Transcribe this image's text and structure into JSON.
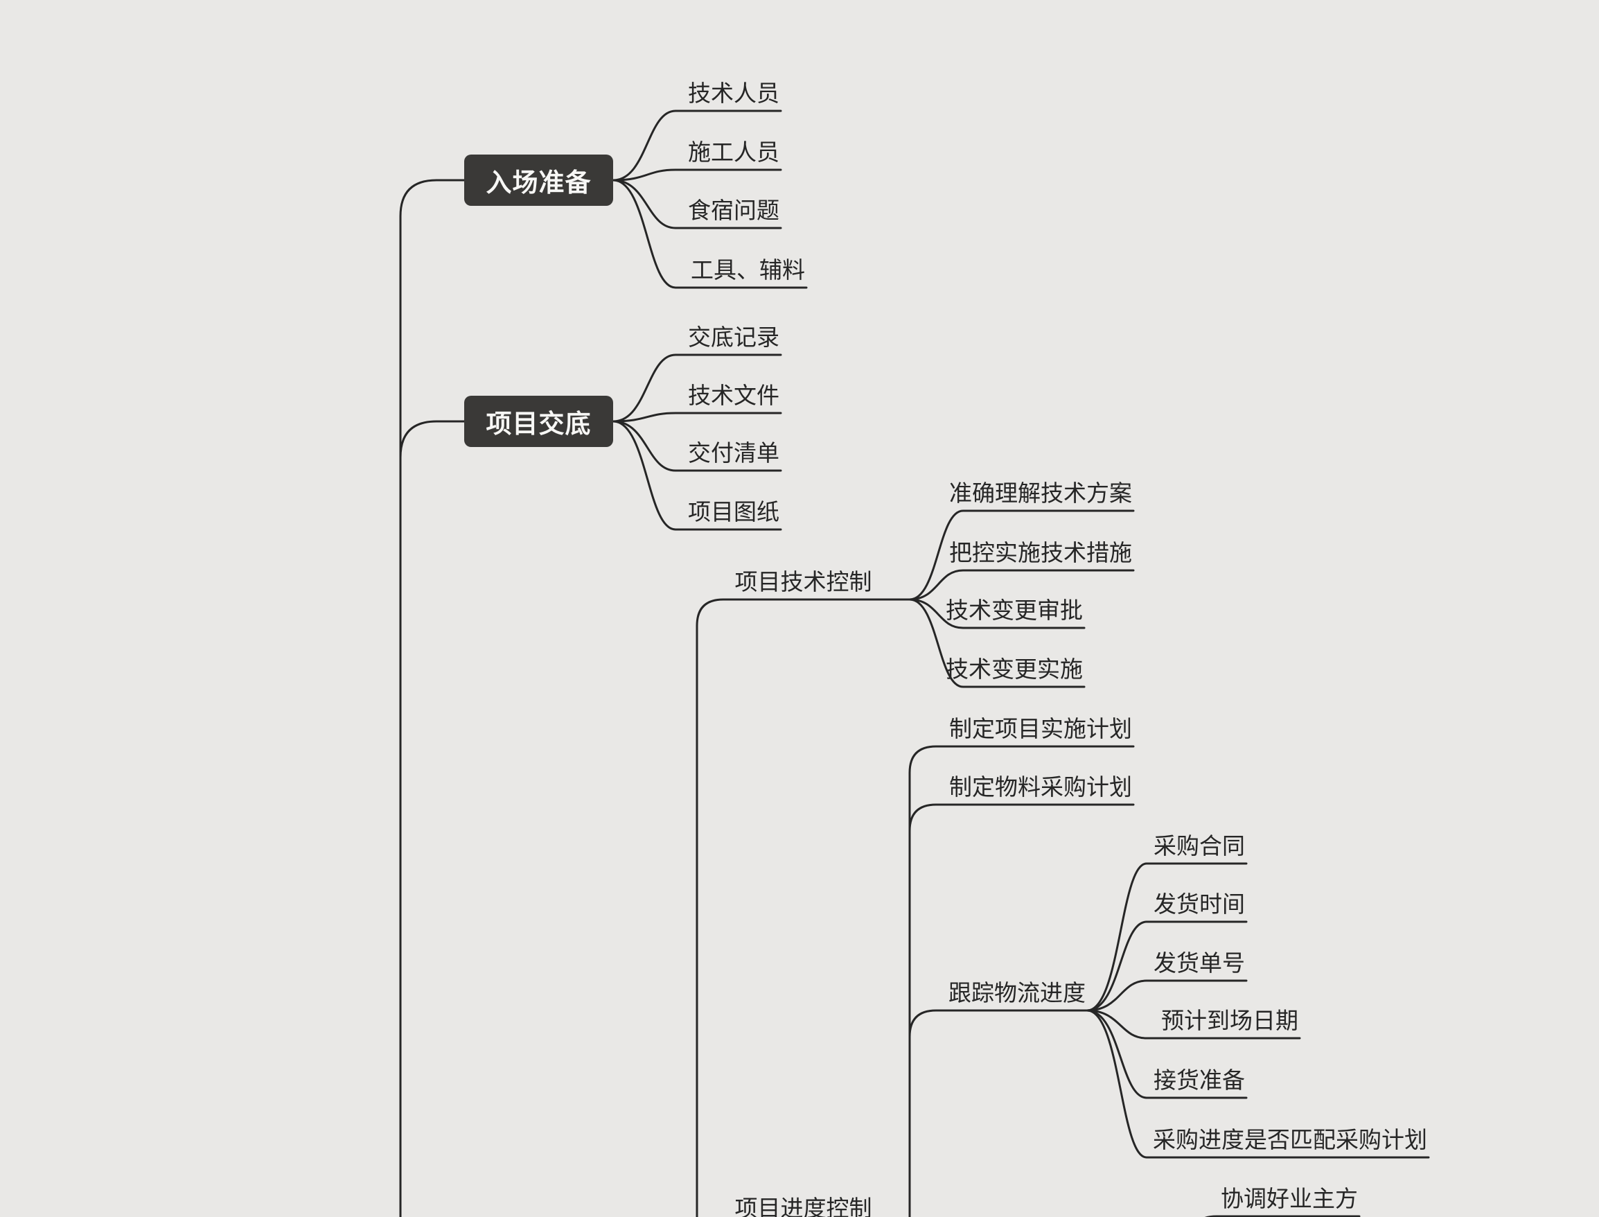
{
  "theme": {
    "background": "#e9e8e6",
    "line_color": "#262626",
    "text_color": "#262626",
    "topic_bg": "#3a3937",
    "topic_text": "#f7f7f5"
  },
  "mindmap": {
    "branches": [
      {
        "id": "entry-preparation",
        "label": "入场准备",
        "style": "box",
        "children": [
          {
            "label": "技术人员"
          },
          {
            "label": "施工人员"
          },
          {
            "label": "食宿问题"
          },
          {
            "label": "工具、辅料"
          }
        ]
      },
      {
        "id": "project-briefing",
        "label": "项目交底",
        "style": "box",
        "children": [
          {
            "label": "交底记录"
          },
          {
            "label": "技术文件"
          },
          {
            "label": "交付清单"
          },
          {
            "label": "项目图纸"
          }
        ]
      },
      {
        "id": "tech-control",
        "label": "项目技术控制",
        "style": "plain",
        "children": [
          {
            "label": "准确理解技术方案"
          },
          {
            "label": "把控实施技术措施"
          },
          {
            "label": "技术变更审批"
          },
          {
            "label": "技术变更实施"
          }
        ]
      },
      {
        "id": "progress-control",
        "label": "项目进度控制",
        "style": "plain",
        "children": [
          {
            "label": "制定项目实施计划"
          },
          {
            "label": "制定物料采购计划"
          },
          {
            "label": "跟踪物流进度",
            "children": [
              {
                "label": "采购合同"
              },
              {
                "label": "发货时间"
              },
              {
                "label": "发货单号"
              },
              {
                "label": "预计到场日期"
              },
              {
                "label": "接货准备"
              },
              {
                "label": "采购进度是否匹配采购计划"
              }
            ]
          },
          {
            "label": "协调好业主方"
          }
        ]
      }
    ]
  }
}
